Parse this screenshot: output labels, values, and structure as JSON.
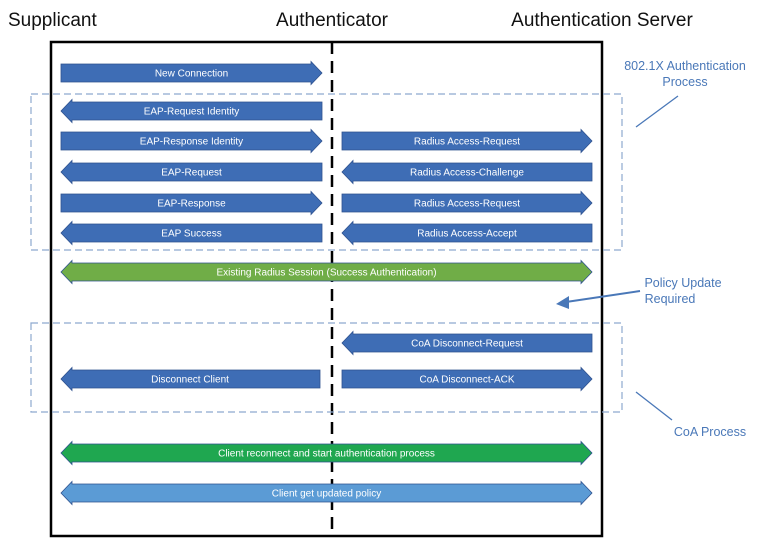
{
  "headers": {
    "supplicant": "Supplicant",
    "authenticator": "Authenticator",
    "server": "Authentication Server"
  },
  "notes": {
    "auth_process": [
      "802.1X Authentication",
      "Process"
    ],
    "policy_update": [
      "Policy Update",
      "Required"
    ],
    "coa_process": "CoA Process"
  },
  "messages": [
    {
      "label": "New Connection",
      "from": "supplicant",
      "to": "authenticator",
      "color": "#3e6db5"
    },
    {
      "label": "EAP-Request Identity",
      "from": "authenticator",
      "to": "supplicant",
      "color": "#3e6db5"
    },
    {
      "label": "EAP-Response Identity",
      "from": "supplicant",
      "to": "authenticator",
      "color": "#3e6db5"
    },
    {
      "label": "Radius Access-Request",
      "from": "authenticator",
      "to": "server",
      "color": "#3e6db5"
    },
    {
      "label": "EAP-Request",
      "from": "authenticator",
      "to": "supplicant",
      "color": "#3e6db5"
    },
    {
      "label": "Radius Access-Challenge",
      "from": "server",
      "to": "authenticator",
      "color": "#3e6db5"
    },
    {
      "label": "EAP-Response",
      "from": "supplicant",
      "to": "authenticator",
      "color": "#3e6db5"
    },
    {
      "label": "Radius Access-Request",
      "from": "authenticator",
      "to": "server",
      "color": "#3e6db5"
    },
    {
      "label": "EAP Success",
      "from": "authenticator",
      "to": "supplicant",
      "color": "#3e6db5"
    },
    {
      "label": "Radius Access-Accept",
      "from": "server",
      "to": "authenticator",
      "color": "#3e6db5"
    },
    {
      "label": "Existing Radius Session (Success Authentication)",
      "from": "supplicant",
      "to": "server",
      "bidirectional": true,
      "color": "#70ad47"
    },
    {
      "label": "CoA Disconnect-Request",
      "from": "server",
      "to": "authenticator",
      "color": "#3e6db5"
    },
    {
      "label": "Disconnect Client",
      "from": "authenticator",
      "to": "supplicant",
      "color": "#3e6db5"
    },
    {
      "label": "CoA Disconnect-ACK",
      "from": "authenticator",
      "to": "server",
      "color": "#3e6db5"
    },
    {
      "label": "Client reconnect and start authentication process",
      "from": "supplicant",
      "to": "server",
      "bidirectional": true,
      "color": "#1fa750"
    },
    {
      "label": "Client get updated policy",
      "from": "supplicant",
      "to": "server",
      "bidirectional": true,
      "color": "#5b9bd5"
    }
  ],
  "colors": {
    "frame": "#000000",
    "dashed_box": "#8ea9cf",
    "note_text": "#4a78b8",
    "arrow_stroke": "#2f528f"
  }
}
